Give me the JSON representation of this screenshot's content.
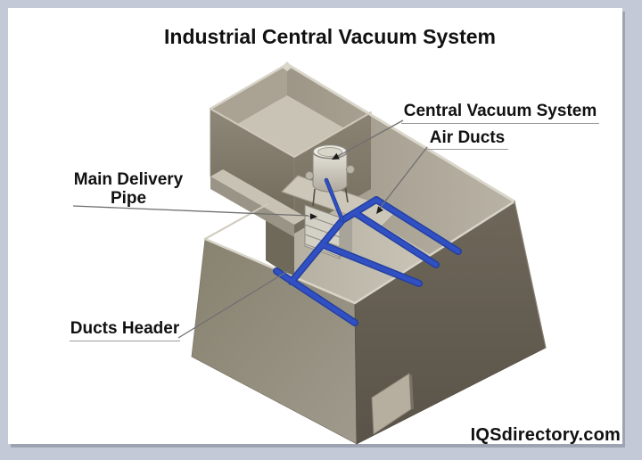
{
  "title": "Industrial Central Vacuum System",
  "watermark": "IQSdirectory.com",
  "labels": {
    "central_vacuum_system": "Central Vacuum System",
    "air_ducts": "Air Ducts",
    "main_delivery_pipe_line1": "Main Delivery",
    "main_delivery_pipe_line2": "Pipe",
    "ducts_header": "Ducts Header"
  },
  "colors": {
    "page_background": "#c3c9d6",
    "card_background": "#ffffff",
    "duct_blue": "#3150c4",
    "duct_blue_dark": "#23409e",
    "wall_light": "#b4aea0",
    "wall_medium": "#8d8678",
    "wall_dark": "#5d574c",
    "floor_light": "#c6c1b2",
    "label_text": "#111111",
    "leader_line": "#707070"
  }
}
